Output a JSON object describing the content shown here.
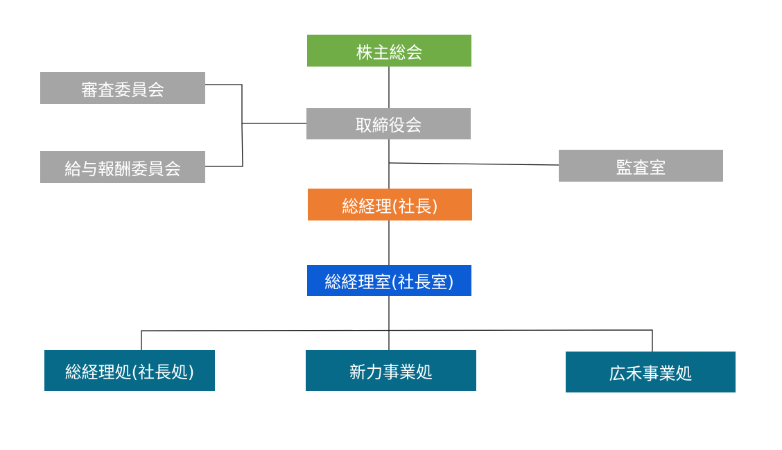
{
  "diagram": {
    "type": "org-chart",
    "nodes": {
      "shareholders_meeting": {
        "label": "株主総会",
        "color": "#70ad47"
      },
      "board_of_directors": {
        "label": "取締役会",
        "color": "#a5a5a5"
      },
      "review_committee": {
        "label": "審査委員会",
        "color": "#a5a5a5"
      },
      "compensation_committee": {
        "label": "給与報酬委員会",
        "color": "#a5a5a5"
      },
      "audit_office": {
        "label": "監査室",
        "color": "#a5a5a5"
      },
      "president": {
        "label": "総経理(社長)",
        "color": "#ed7d31"
      },
      "president_office": {
        "label": "総経理室(社長室)",
        "color": "#0c5cd6"
      },
      "president_division": {
        "label": "総経理処(社長処)",
        "color": "#066a88"
      },
      "shinriki_division": {
        "label": "新力事業処",
        "color": "#066a88"
      },
      "kouwa_division": {
        "label": "広禾事業処",
        "color": "#066a88"
      }
    },
    "edges": [
      [
        "shareholders_meeting",
        "board_of_directors"
      ],
      [
        "board_of_directors",
        "review_committee"
      ],
      [
        "board_of_directors",
        "compensation_committee"
      ],
      [
        "board_of_directors",
        "audit_office"
      ],
      [
        "board_of_directors",
        "president"
      ],
      [
        "president",
        "president_office"
      ],
      [
        "president_office",
        "president_division"
      ],
      [
        "president_office",
        "shinriki_division"
      ],
      [
        "president_office",
        "kouwa_division"
      ]
    ]
  }
}
